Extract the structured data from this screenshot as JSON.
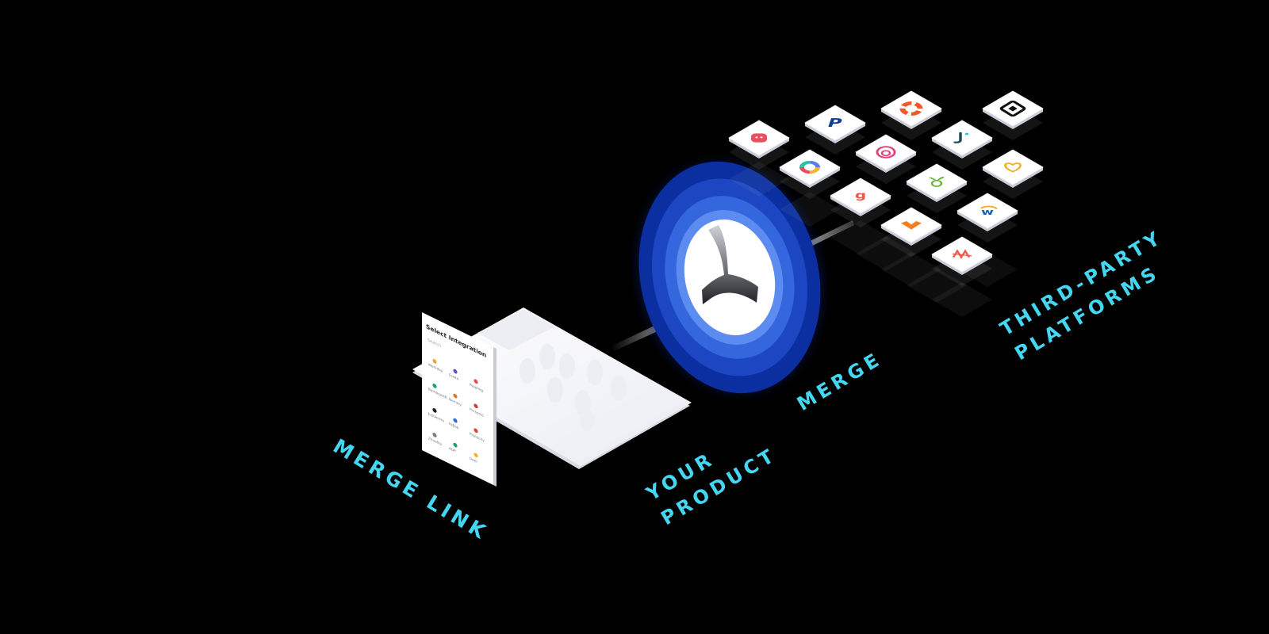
{
  "labels": {
    "merge_link": "MERGE LINK",
    "your_product": [
      "YOUR",
      "PRODUCT"
    ],
    "merge": "MERGE",
    "third_party": [
      "THIRD-PARTY",
      "PLATFORMS"
    ]
  },
  "link_panel": {
    "title": "Select Integration",
    "search_placeholder": "Search",
    "items": [
      "Workday",
      "Gusto",
      "Rippling",
      "BambooHR",
      "Namely",
      "Personio",
      "Justworks",
      "HiBob",
      "Paylocity",
      "Zenefits",
      "ADP",
      "Deel"
    ]
  },
  "colors": {
    "background": "#000000",
    "label": "#45d6f2",
    "merge_rings": [
      "#0b2fa0",
      "#1d47c2",
      "#3466de",
      "#5d8cf0"
    ],
    "card": "#ffffff"
  },
  "platform_icons": [
    {
      "name": "bubble-icon",
      "color": "#ec4d5f"
    },
    {
      "name": "paylocity-icon",
      "color": "#0f3d8f"
    },
    {
      "name": "lifebuoy-icon",
      "color": "#f1592a"
    },
    {
      "name": "square-icon",
      "color": "#111111"
    },
    {
      "name": "rainbow-ring-icon",
      "color": "#f5b52a"
    },
    {
      "name": "pink-ring-icon",
      "color": "#e4407b"
    },
    {
      "name": "hook-icon",
      "color": "#1a4d5c"
    },
    {
      "name": "g-logo-icon",
      "color": "#e8594a"
    },
    {
      "name": "sprout-icon",
      "color": "#6bb43a"
    },
    {
      "name": "heart-icon",
      "color": "#f0b429"
    },
    {
      "name": "fox-icon",
      "color": "#f47f20"
    },
    {
      "name": "w-swoosh-icon",
      "color": "#1b5fb3"
    },
    {
      "name": "zigzag-icon",
      "color": "#f05a4a"
    }
  ]
}
